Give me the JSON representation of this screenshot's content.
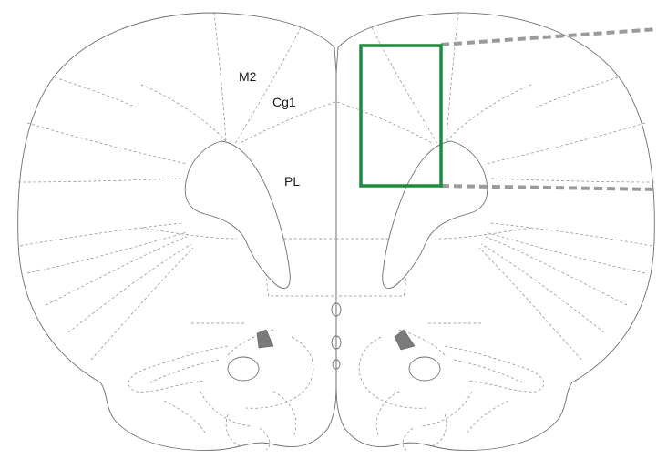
{
  "labels": {
    "m2": "M2",
    "cg1": "Cg1",
    "pl": "PL"
  },
  "colors": {
    "highlight_box": "#1e8a3c",
    "zoom_lines": "#9a9a9a",
    "outline": "#6f6f6f",
    "dark_structure": "#7a7a7a"
  }
}
